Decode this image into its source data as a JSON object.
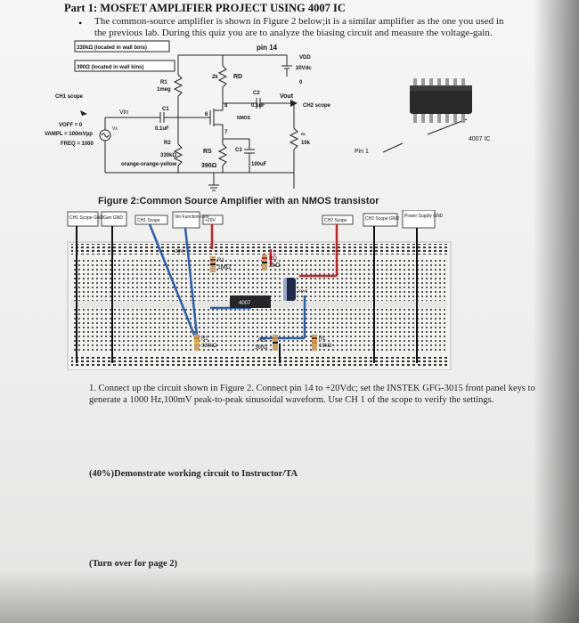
{
  "header": {
    "title": "Part 1: MOSFET AMPLIFIER PROJECT USING 4007 IC",
    "bullet": "•",
    "intro": "The common-source amplifier is shown in Figure 2 below;it is a similar amplifier as the one you used in the previous lab. During this quiz you are to analyze the biasing circuit and measure the voltage-gain."
  },
  "schematic": {
    "note_330k": "330kΩ (located in wall bins)",
    "note_390": "390Ω (located in wall bins)",
    "pin14": "pin 14",
    "vdd": "VDD",
    "vdd_val": "20Vdc",
    "rd_val": "2k",
    "rd": "RD",
    "r1": "R1",
    "r1_val": "1meg",
    "c2": "C2",
    "c2_val": "0.1uF",
    "vout": "Vout",
    "ch2": "CH2 scope",
    "ch1": "CH1 scope",
    "vin": "Vin",
    "c1": "C1",
    "c1_val": "0.1uF",
    "pin8": "8",
    "pin6": "6",
    "pin7": "7",
    "nmos": "NMOS",
    "voff": "VOFF = 0",
    "vampl": "VAMPL = 100mVpp",
    "freq": "FREQ = 1000",
    "vs": "Vs",
    "r2": "R2",
    "r2_val": "330kΩ",
    "r2_color": "orange-orange-yellow",
    "rs": "RS",
    "rs_val": "390Ω",
    "c3": "C3",
    "c3_val": "100uF",
    "rl": "RL",
    "rl_val": "10k",
    "ic_label": "4007 IC",
    "pin1": "Pin 1",
    "ground_zero": "0"
  },
  "figure": {
    "caption": "Figure 2:Common Source Amplifier with an NMOS transistor"
  },
  "breadboard": {
    "lbl_ch1_gnd": "CH1 Scope GND",
    "lbl_gen_gnd": "Gen GND",
    "lbl_ch1": "CH1 Scope",
    "lbl_vin": "Vin Function Gen",
    "lbl_20v": "+20V",
    "lbl_ch2": "CH2 Scope",
    "lbl_ch2_gnd": "CH2 Scope GND",
    "lbl_power": "Power Supply GND",
    "rail_20v": "+20V",
    "r1": "R1",
    "r1_val": "1MΩ",
    "rd": "RD",
    "rd_val": "2kΩ",
    "ic": "4007",
    "cap": "100uF",
    "r2": "R2",
    "r2_val": "330kΩ",
    "rs": "RS",
    "rs_val": "390Ω",
    "rl": "RL",
    "rl_val": "10kΩ"
  },
  "instructions": {
    "step1": "1. Connect up the circuit shown in Figure 2. Connect pin 14 to +20Vdc; set the INSTEK GFG-3015 front panel keys to generate a 1000 Hz,100mV peak-to-peak sinusoidal waveform. Use CH 1 of the scope to verify the settings.",
    "demo": "(40%)Demonstrate working circuit to Instructor/TA",
    "turn": "(Turn over for page 2)"
  },
  "colors": {
    "wire_red": "#c8202a",
    "wire_blue": "#2c5fb0",
    "board": "#f2f2ef"
  }
}
